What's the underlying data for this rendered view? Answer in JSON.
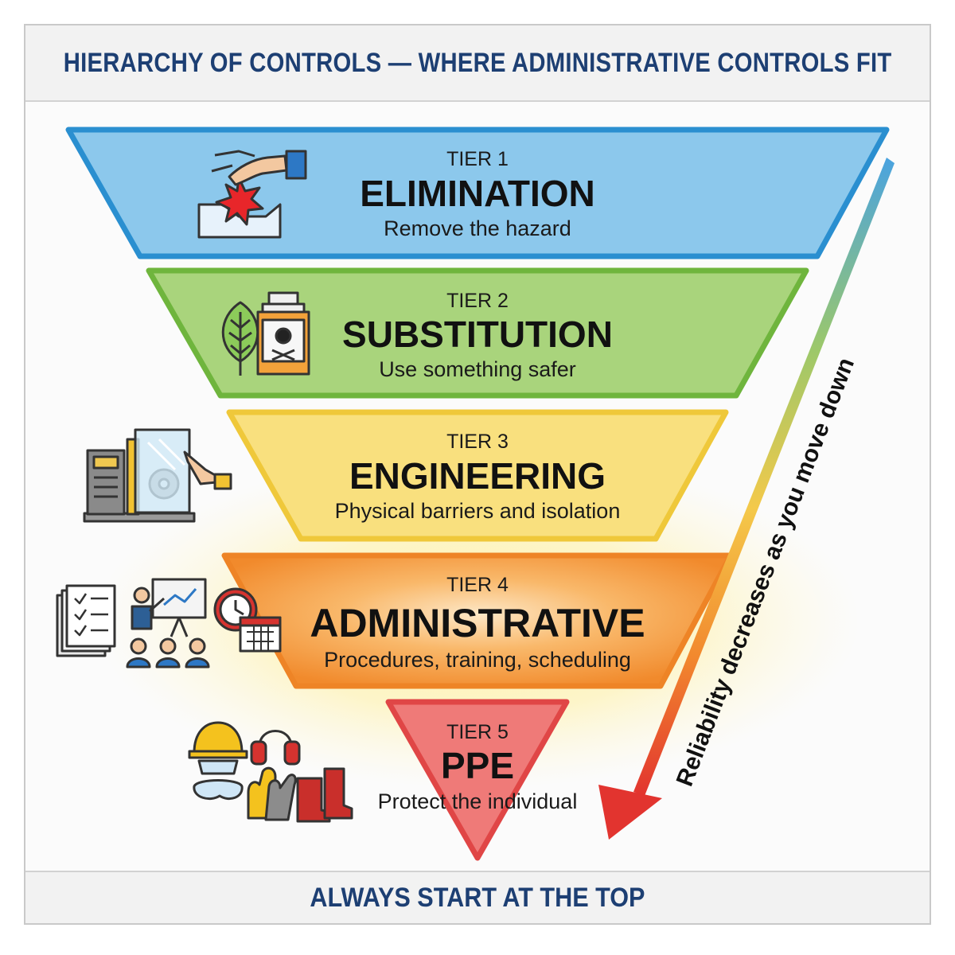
{
  "title": "HIERARCHY OF CONTROLS — WHERE ADMINISTRATIVE CONTROLS FIT",
  "footer": "ALWAYS START AT THE TOP",
  "arrow_label": "Reliability decreases as you move down",
  "tiers": [
    {
      "tier": "TIER 1",
      "name": "ELIMINATION",
      "desc": "Remove the hazard",
      "fill": "#8cc8ec",
      "stroke": "#2a8fd0",
      "icon": "hand-removing-hazard-icon"
    },
    {
      "tier": "TIER 2",
      "name": "SUBSTITUTION",
      "desc": "Use something safer",
      "fill": "#a9d47c",
      "stroke": "#6fb53d",
      "icon": "leaf-and-toxic-bottle-icon"
    },
    {
      "tier": "TIER 3",
      "name": "ENGINEERING",
      "desc": "Physical barriers and isolation",
      "fill": "#f9e07e",
      "stroke": "#efc83a",
      "icon": "machine-guard-icon"
    },
    {
      "tier": "TIER 4",
      "name": "ADMINISTRATIVE",
      "desc": "Procedures, training, scheduling",
      "fill": "#f6a04a",
      "stroke": "#ee8426",
      "icon": "procedures-training-scheduling-icon"
    },
    {
      "tier": "TIER 5",
      "name": "PPE",
      "desc": "Protect the individual",
      "fill": "#ef7a78",
      "stroke": "#e04646",
      "icon": "ppe-gear-icon"
    }
  ]
}
